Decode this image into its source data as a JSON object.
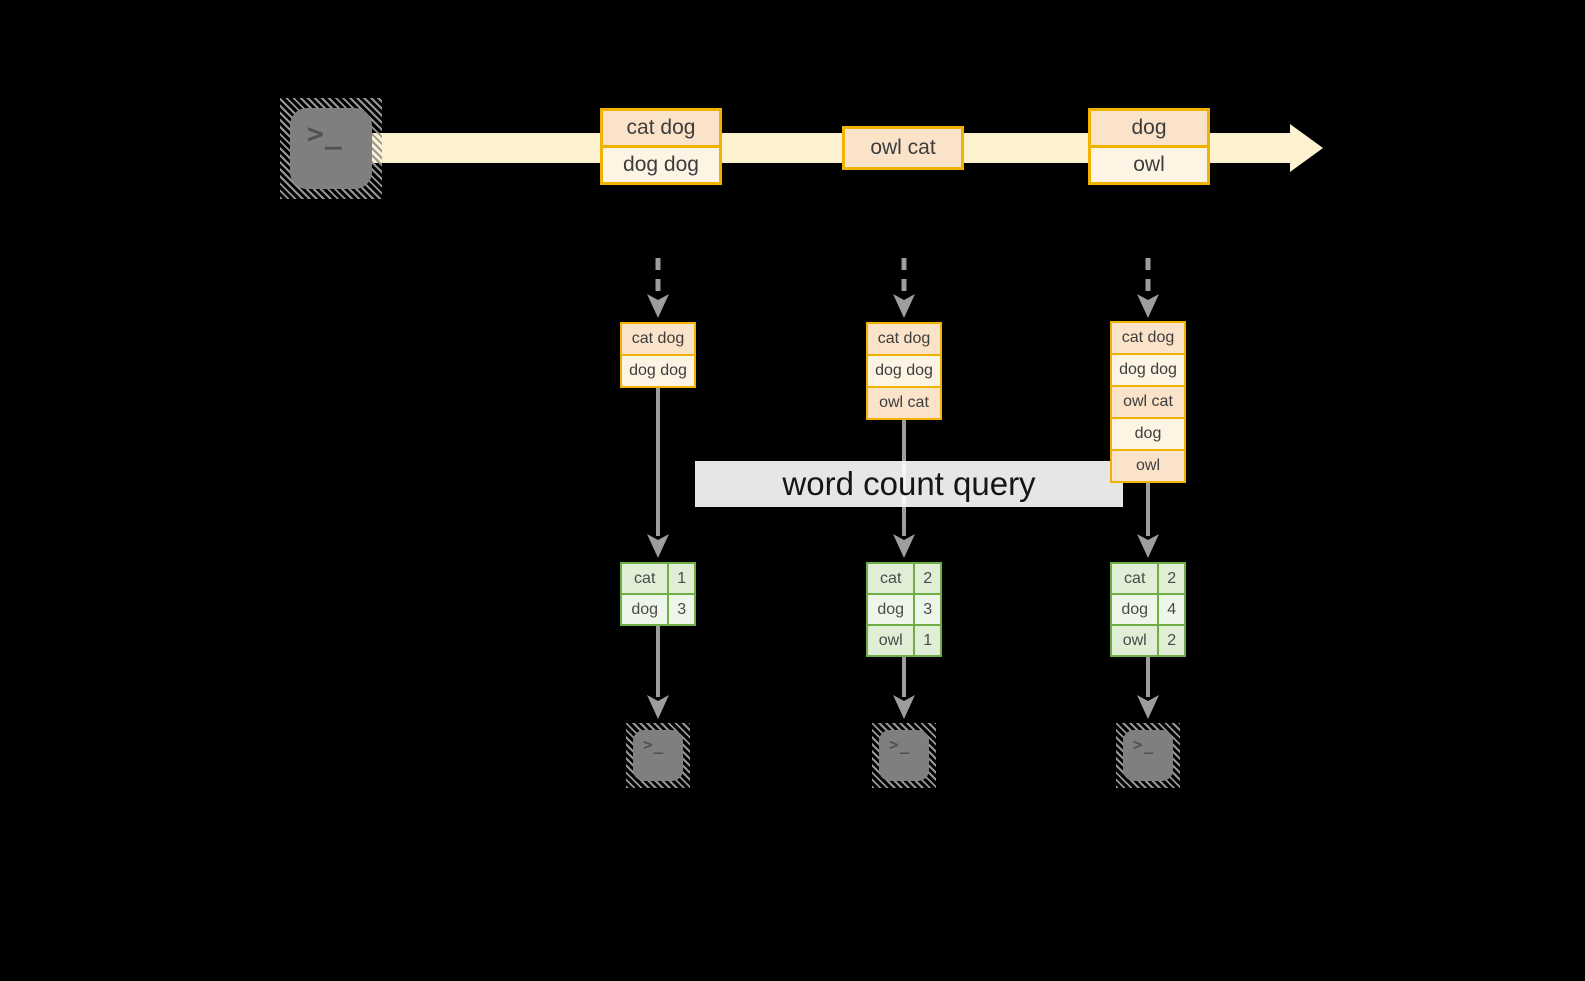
{
  "colors": {
    "background": "#000000",
    "stream_band": "#fcf2cf",
    "box_border": "#f2b200",
    "cell_peach": "#fbe3c9",
    "cell_cream": "#fdf4e3",
    "table_border": "#6fae44",
    "cell_green_dark": "#dfeed5",
    "cell_green_light": "#eef6e9",
    "arrow_gray": "#9d9d9d",
    "icon_gray": "#7f7f7f",
    "text_dark": "#3d3d3d",
    "query_bg": "rgba(255,255,255,0.9)"
  },
  "stream": {
    "source_glyph": ">_",
    "batches": [
      {
        "rows": [
          "cat dog",
          "dog dog"
        ]
      },
      {
        "rows": [
          "owl cat"
        ]
      },
      {
        "rows": [
          "dog",
          "owl"
        ]
      }
    ]
  },
  "query": {
    "label": "word count query"
  },
  "pipelines": [
    {
      "micro_batch": [
        "cat dog",
        "dog dog"
      ],
      "counts": [
        {
          "word": "cat",
          "count": "1"
        },
        {
          "word": "dog",
          "count": "3"
        }
      ],
      "sink_glyph": ">_"
    },
    {
      "micro_batch": [
        "cat dog",
        "dog dog",
        "owl cat"
      ],
      "counts": [
        {
          "word": "cat",
          "count": "2"
        },
        {
          "word": "dog",
          "count": "3"
        },
        {
          "word": "owl",
          "count": "1"
        }
      ],
      "sink_glyph": ">_"
    },
    {
      "micro_batch": [
        "cat dog",
        "dog dog",
        "owl cat",
        "dog",
        "owl"
      ],
      "counts": [
        {
          "word": "cat",
          "count": "2"
        },
        {
          "word": "dog",
          "count": "4"
        },
        {
          "word": "owl",
          "count": "2"
        }
      ],
      "sink_glyph": ">_"
    }
  ]
}
